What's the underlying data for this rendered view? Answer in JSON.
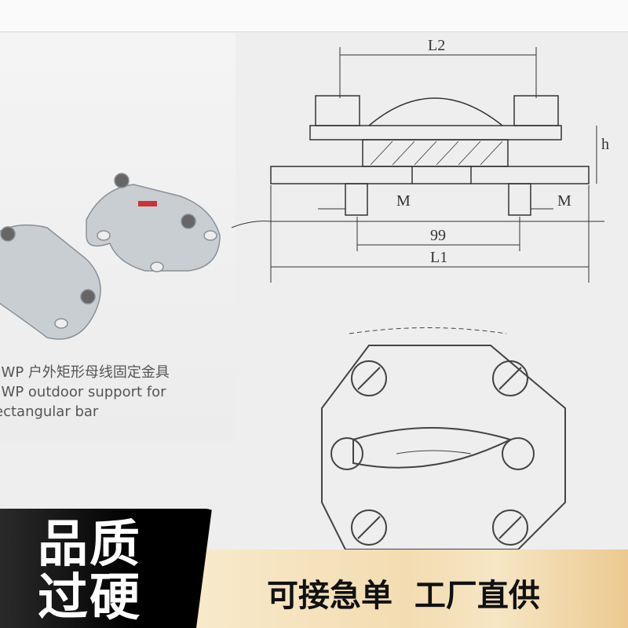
{
  "caption": {
    "line1": "MWP 户外矩形母线固定金具",
    "line2": "MWP outdoor support for",
    "line3": "rectangular bar"
  },
  "drawing": {
    "l2_label": "L2",
    "h_label": "h",
    "m_left_label": "M",
    "m_right_label": "M",
    "spacing_label": "99",
    "l1_label": "L1"
  },
  "banner": {
    "quality_line1": "品质",
    "quality_line2": "过硬",
    "slogan": "可接急单  工厂直供"
  },
  "colors": {
    "banner_black": "#000000",
    "banner_gold": "#f3dcb0",
    "drawing_line": "#333333"
  }
}
